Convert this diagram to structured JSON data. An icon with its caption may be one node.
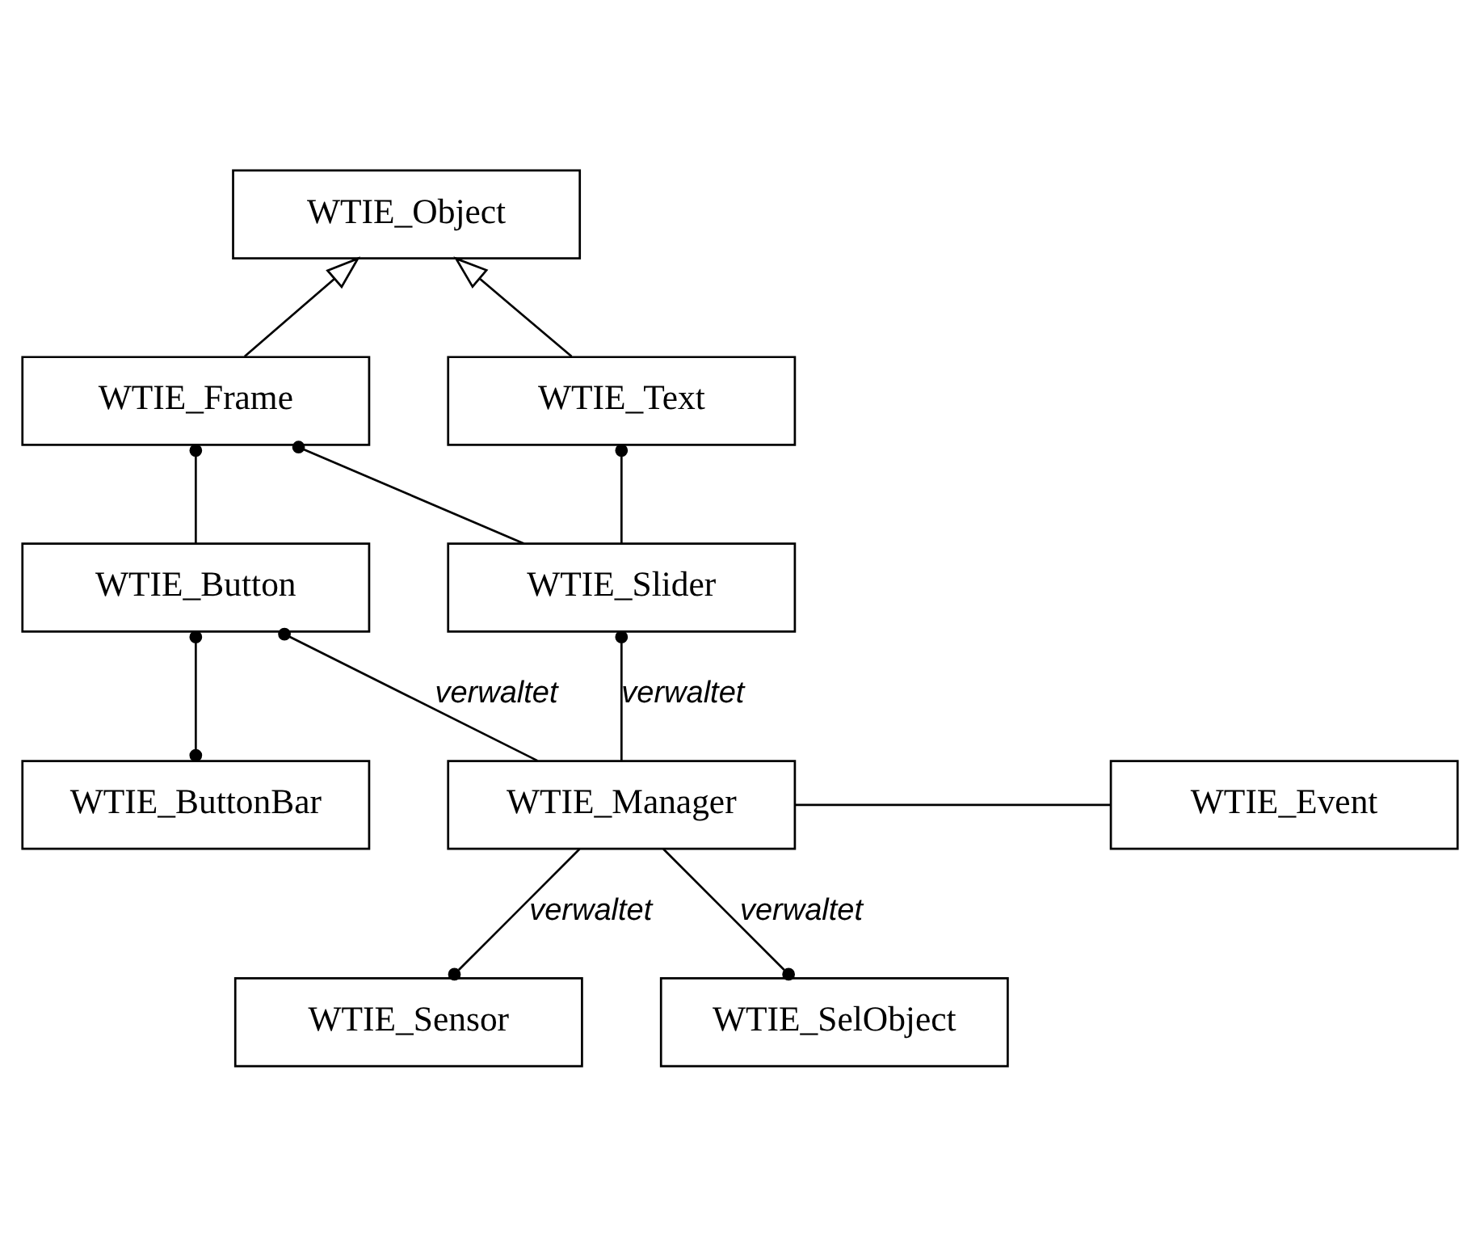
{
  "diagram": {
    "nodes": [
      {
        "text": [
          "WTIE_Object"
        ]
      },
      {
        "text": [
          "WTIE_Frame"
        ]
      },
      {
        "text": [
          "WTIE_Text"
        ]
      },
      {
        "text": [
          "WTIE_Button"
        ]
      },
      {
        "text": [
          "WTIE_Slider"
        ]
      },
      {
        "text": [
          "WTIE_ButtonBar"
        ]
      },
      {
        "text": [
          "WTIE_Manager"
        ]
      },
      {
        "text": [
          "WTIE_Event"
        ]
      },
      {
        "text": [
          "WTIE_Sensor"
        ]
      },
      {
        "text": [
          "WTIE_SelObject"
        ]
      }
    ],
    "edges": [
      {
        "from": 1,
        "to": 0,
        "arrow": "to"
      },
      {
        "from": 2,
        "to": 0,
        "arrow": "to"
      },
      {
        "from": 3,
        "to": 1,
        "arrow": "other"
      },
      {
        "from": 4,
        "to": 1,
        "arrow": "other"
      },
      {
        "from": 4,
        "to": 2,
        "arrow": "other"
      },
      {
        "from": 5,
        "to": 3,
        "arrow": "other"
      },
      {
        "from": 6,
        "to": 3,
        "arrow": "other",
        "label": "verwaltet"
      },
      {
        "from": 6,
        "to": 4,
        "arrow": "other",
        "label": "verwaltet"
      },
      {
        "from": 6,
        "to": 7,
        "arrow": "none"
      },
      {
        "from": 8,
        "to": 6,
        "arrow": "other",
        "label": "verwaltet"
      },
      {
        "from": 9,
        "to": 6,
        "arrow": "other",
        "label": "verwaltet"
      }
    ]
  }
}
